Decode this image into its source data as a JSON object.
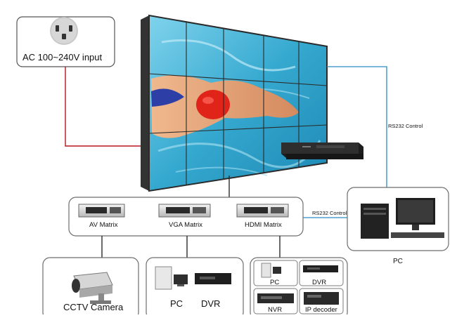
{
  "power": {
    "label": "AC 100~240V input"
  },
  "links": {
    "rs232_top": "RS232 Control",
    "rs232_matrix": "RS232 Control"
  },
  "matrices": [
    {
      "label": "AV Matrix"
    },
    {
      "label": "VGA Matrix"
    },
    {
      "label": "HDMI Matrix"
    }
  ],
  "pc_station": {
    "label": "PC"
  },
  "sources": {
    "cctv": {
      "label": "CCTV Camera"
    },
    "pc_dvr": {
      "pc_label": "PC",
      "dvr_label": "DVR"
    },
    "grid": {
      "pc_label": "PC",
      "dvr_label": "DVR",
      "nvr_label": "NVR",
      "decoder_label": "IP decoder"
    }
  },
  "colors": {
    "power_line": "#b5161c",
    "signal_line": "#2a8cc4",
    "water": "#3fb2d6",
    "cap": "#e0241a"
  }
}
